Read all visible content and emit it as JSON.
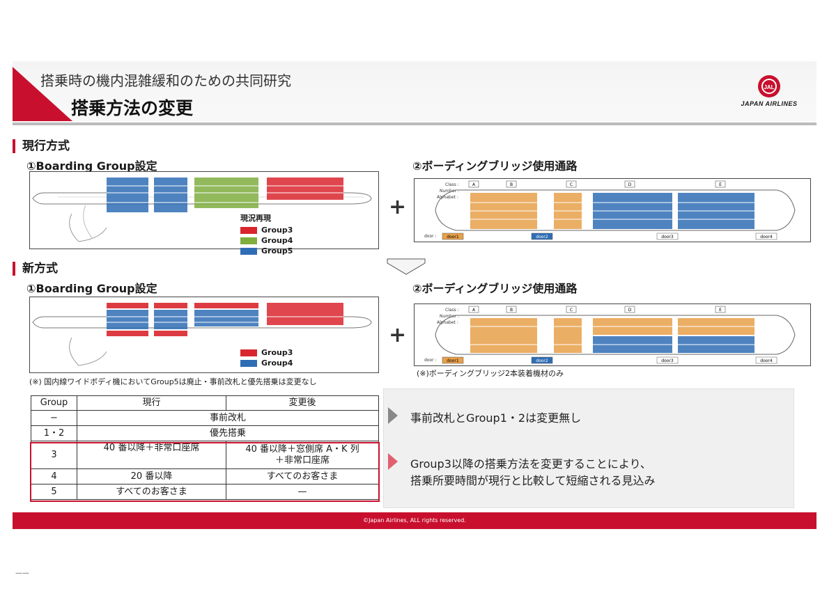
{
  "header": {
    "subtitle": "搭乗時の機内混雑緩和のための共同研究",
    "title": "搭乗方法の変更",
    "logo_mark": "JAL",
    "logo_text": "JAPAN AIRLINES"
  },
  "current": {
    "section_label": "現行方式",
    "boarding_title": "①Boarding Group設定",
    "bridge_title": "②ボーディングブリッジ使用通路",
    "legend_heading": "現況再現",
    "legend": [
      {
        "label": "Group3",
        "color": "#d9262e"
      },
      {
        "label": "Group4",
        "color": "#7fae3f"
      },
      {
        "label": "Group5",
        "color": "#2f6db5"
      }
    ]
  },
  "new": {
    "section_label": "新方式",
    "boarding_title": "①Boarding Group設定",
    "bridge_title": "②ボーディングブリッジ使用通路",
    "legend": [
      {
        "label": "Group3",
        "color": "#d9262e"
      },
      {
        "label": "Group4",
        "color": "#2f6db5"
      }
    ],
    "note_left": "(※) 国内線ワイドボディ機においてGroup5は廃止・事前改札と優先搭乗は変更なし",
    "note_right": "(※)ボーディングブリッジ2本装着機材のみ"
  },
  "seatmap": {
    "class_label": "Class :",
    "number_label": "Number :",
    "alphabet_label": "Alphabet :",
    "door_label": "door :",
    "classes": [
      "A",
      "B",
      "C",
      "D",
      "E"
    ],
    "doors": [
      "door1",
      "door2",
      "door3",
      "door4"
    ],
    "colors": {
      "orange": "#e8a04a",
      "blue": "#2f6db5"
    }
  },
  "plus_sign": "+",
  "table": {
    "headers": [
      "Group",
      "現行",
      "変更後"
    ],
    "rows": [
      {
        "group": "−",
        "span": "事前改札"
      },
      {
        "group": "1・2",
        "span": "優先搭乗"
      },
      {
        "group": "3",
        "current": "40 番以降＋非常口座席",
        "new_line1": "40 番以降＋窓側席 A・K 列",
        "new_line2": "＋非常口座席"
      },
      {
        "group": "4",
        "current": "20 番以降",
        "new": "すべてのお客さま"
      },
      {
        "group": "5",
        "current": "すべてのお客さま",
        "new": "—"
      }
    ]
  },
  "info": {
    "point1": "事前改札とGroup1・2は変更無し",
    "point2_line1": "Group3以降の搭乗方法を変更することにより、",
    "point2_line2": "搭乗所要時間が現行と比較して短縮される見込み"
  },
  "footer": {
    "copyright": "©Japan Airlines, ALL rights reserved."
  },
  "page_mark": "—— "
}
